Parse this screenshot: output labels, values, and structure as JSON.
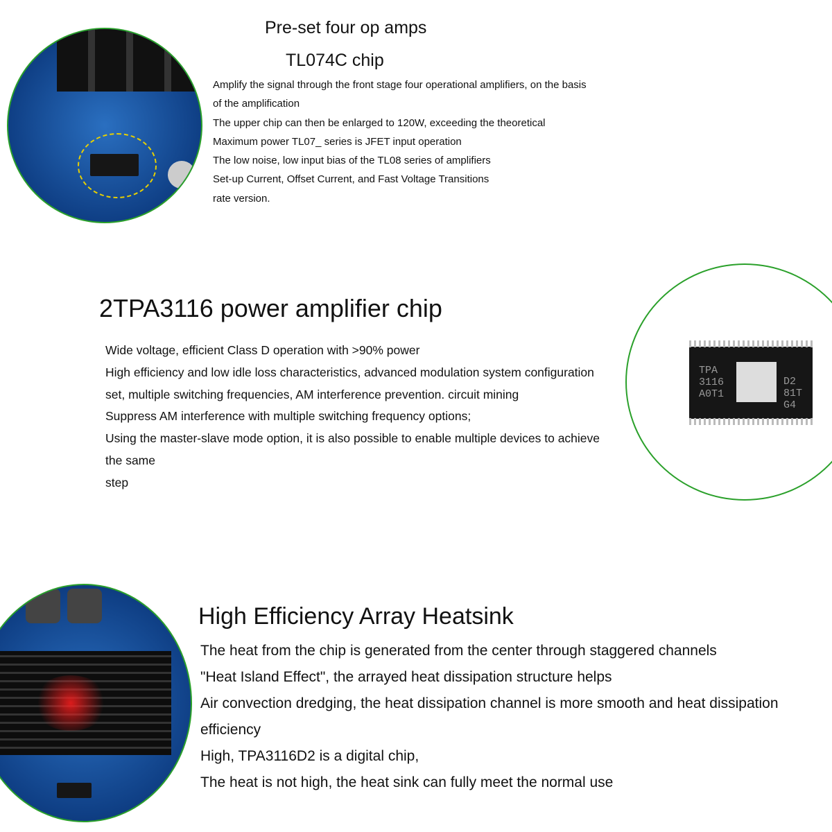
{
  "section1": {
    "title_line1": "Pre-set four op amps",
    "title_line2": "TL074C chip",
    "lines": [
      "Amplify the signal through the front stage four operational amplifiers, on the basis",
      "of the amplification",
      "The upper chip can then be enlarged to 120W, exceeding the theoretical",
      "Maximum power TL07_ series is JFET input operation",
      "The low noise, low input bias of the TL08 series of amplifiers",
      "Set-up Current, Offset Current, and Fast Voltage Transitions",
      "rate version."
    ]
  },
  "section2": {
    "title": "2TPA3116 power amplifier chip",
    "lines": [
      "Wide voltage, efficient Class D operation with >90% power",
      "High efficiency and low idle loss characteristics, advanced modulation system configuration",
      "set, multiple switching frequencies, AM interference prevention. circuit mining",
      "Suppress AM interference with multiple switching frequency options;",
      "Using the master-slave mode option, it is also possible to enable multiple devices to achieve",
      "the same",
      "step"
    ],
    "chip_marking": [
      "TPA",
      "3116",
      "A0T1",
      "D2",
      "81T",
      "G4"
    ]
  },
  "section3": {
    "title": "High Efficiency Array Heatsink",
    "lines": [
      "The heat from the chip is generated from the center through staggered channels",
      "\"Heat Island Effect\", the arrayed heat dissipation structure helps",
      "Air convection dredging, the heat dissipation channel is more smooth and heat dissipation",
      "efficiency",
      "High, TPA3116D2 is a digital chip,",
      "The heat is not high, the heat sink can fully meet the normal use"
    ]
  },
  "colors": {
    "circle_border": "#2aa02a",
    "pcb": "#1a55a5"
  }
}
